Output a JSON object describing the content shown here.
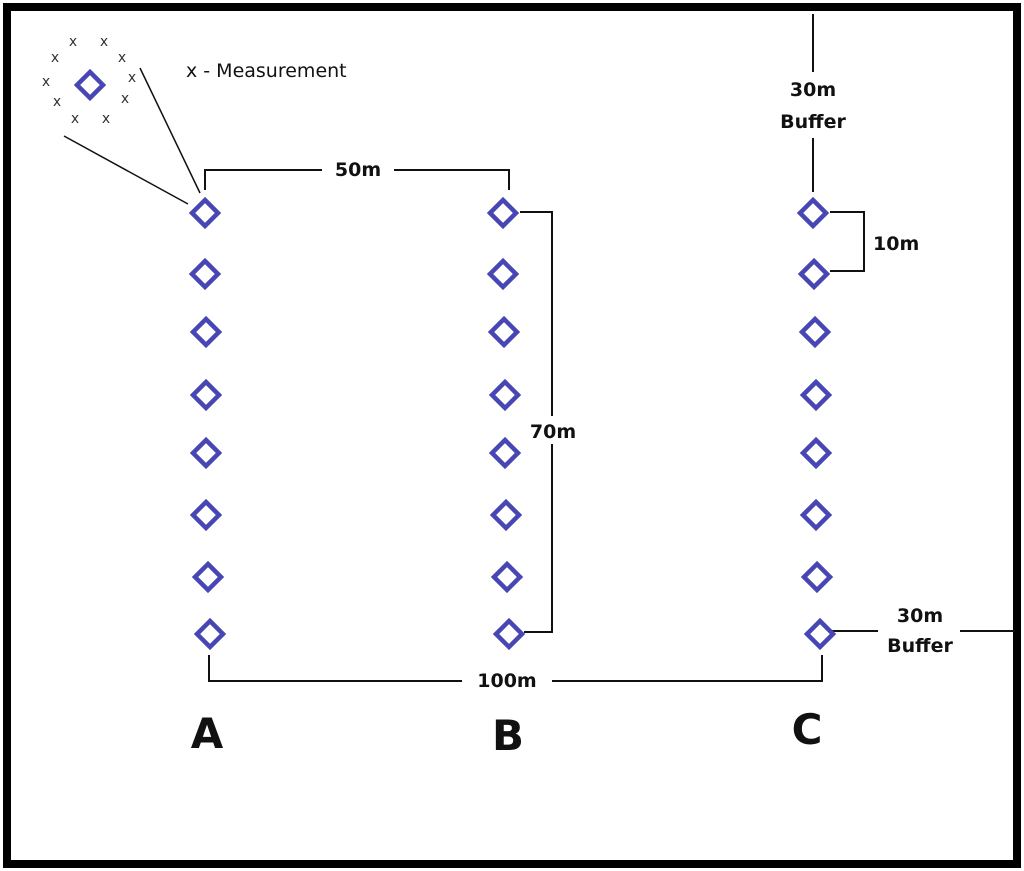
{
  "diagram": {
    "legend": {
      "symbol": "x",
      "text": "x - Measurement"
    },
    "columns": [
      {
        "label": "A",
        "points": 8
      },
      {
        "label": "B",
        "points": 8
      },
      {
        "label": "C",
        "points": 8
      }
    ],
    "dimensions": {
      "between_a_b": "50m",
      "column_length": "70m",
      "point_spacing": "10m",
      "between_a_c": "100m",
      "buffer_top": [
        "30m",
        "Buffer"
      ],
      "buffer_right": [
        "30m",
        "Buffer"
      ]
    }
  },
  "colors": {
    "point": "#4646b4",
    "line": "#111111",
    "border": "#000000"
  },
  "icons": {
    "point": "diamond-icon",
    "measurement": "cross-icon"
  }
}
